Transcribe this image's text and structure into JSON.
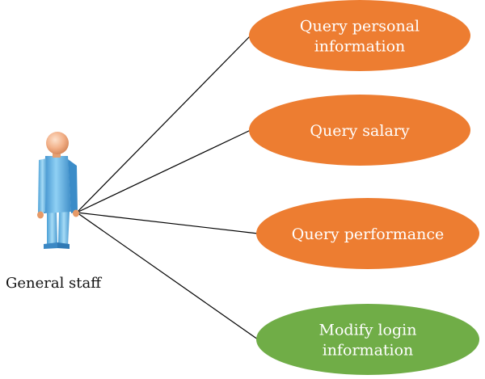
{
  "actor": {
    "name": "General staff",
    "icon": "person-icon",
    "body_color": "#5ab0e4",
    "head_color": "#f2b088"
  },
  "use_cases": [
    {
      "lines": [
        "Query personal",
        "information"
      ],
      "color": "#ed7d31"
    },
    {
      "lines": [
        "Query salary"
      ],
      "color": "#ed7d31"
    },
    {
      "lines": [
        "Query performance"
      ],
      "color": "#ed7d31"
    },
    {
      "lines": [
        "Modify login",
        "information"
      ],
      "color": "#70ad47"
    }
  ],
  "connector_color": "#000000"
}
